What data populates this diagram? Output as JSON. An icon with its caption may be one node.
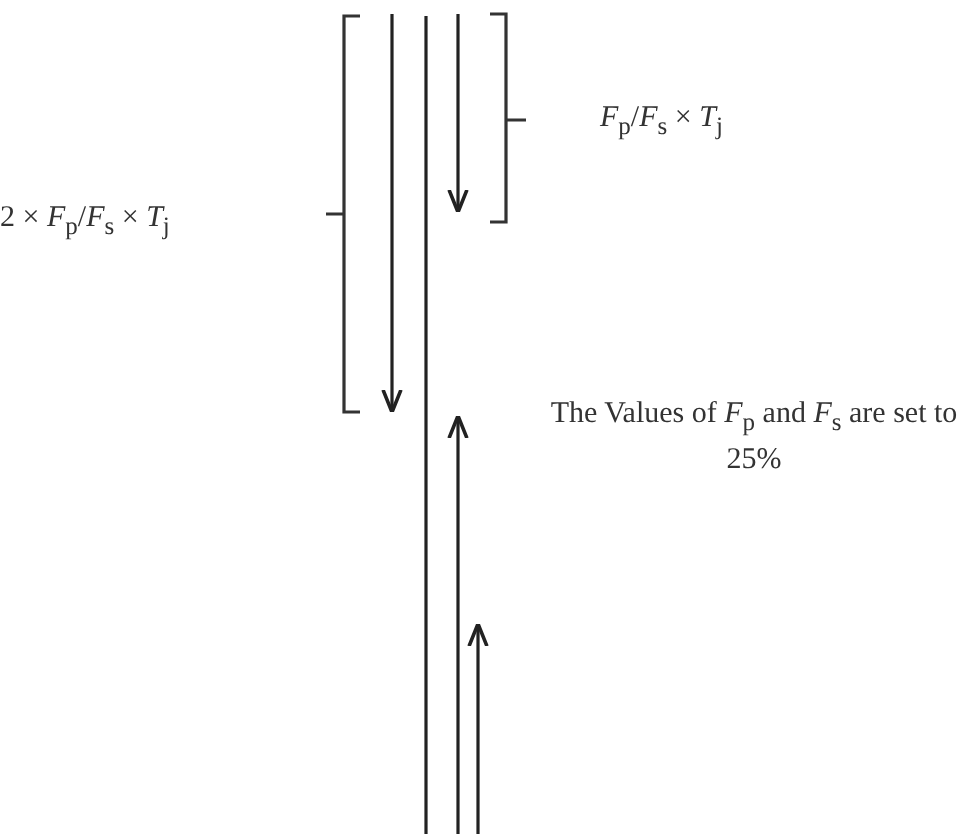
{
  "diagram": {
    "labels": [
      "*F*$_{p}$/*F*$_{s}$ × *T*$_{j}$",
      "2 × *F*$_{p}$/*F*$_{s}$ × *T*$_{j}$",
      "The Values of *F*$_{p}$ and *F*$_{s}$ are set to 25%"
    ]
  }
}
